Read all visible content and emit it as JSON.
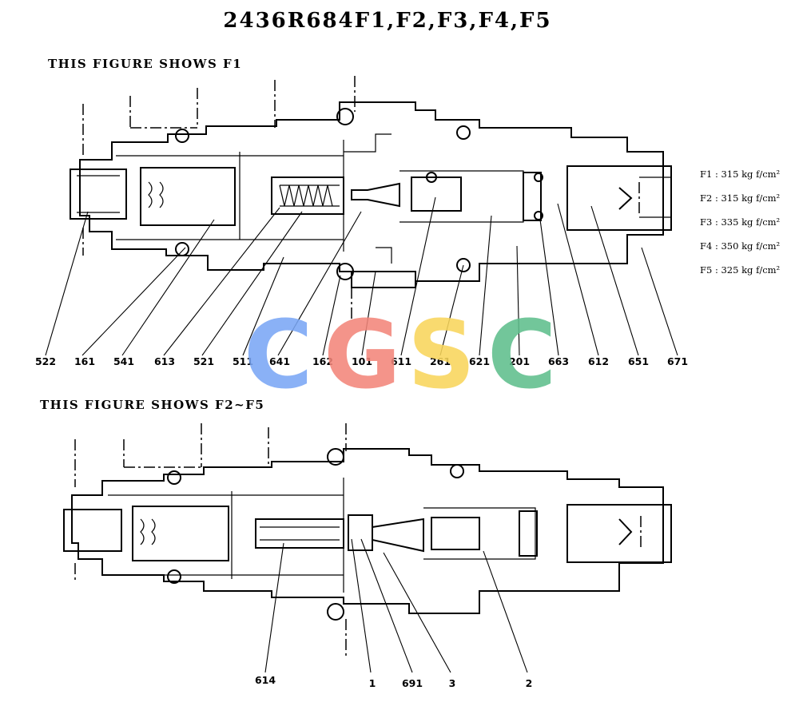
{
  "title": "2436R684F1,F2,F3,F4,F5",
  "figure1": {
    "caption": "THIS FIGURE SHOWS F1",
    "callouts": [
      "522",
      "161",
      "541",
      "613",
      "521",
      "511",
      "641",
      "162",
      "101",
      "611",
      "261",
      "621",
      "201",
      "663",
      "612",
      "651",
      "671"
    ]
  },
  "figure2": {
    "caption": "THIS FIGURE SHOWS F2~F5",
    "callouts": [
      "614",
      "1",
      "691",
      "3",
      "2"
    ]
  },
  "settings": [
    "F1 : 315 kg f/cm²",
    "F2 : 315 kg f/cm²",
    "F3 : 335 kg f/cm²",
    "F4 : 350 kg f/cm²",
    "F5 : 325 kg f/cm²"
  ],
  "watermark": {
    "letters": [
      "C",
      "G",
      "S",
      "C"
    ],
    "colors": [
      "#7aa7f5",
      "#f3867a",
      "#f9d65c",
      "#5fbf8d"
    ]
  }
}
